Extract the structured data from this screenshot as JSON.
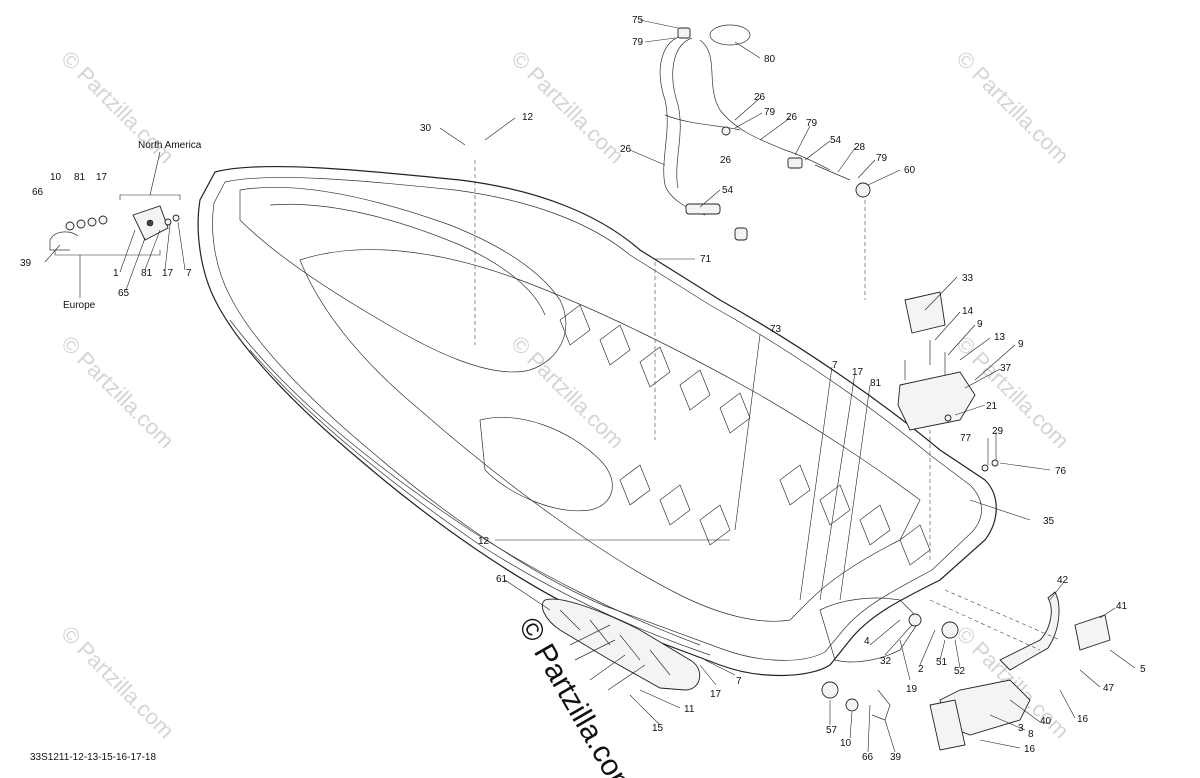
{
  "diagram": {
    "reference_code": "33S1211-12-13-15-16-17-18",
    "variant_labels": {
      "north_america": "North America",
      "europe": "Europe"
    },
    "watermark_text": "© Partzilla.com",
    "center_watermark": "© Partzilla.com",
    "callouts": {
      "c75": "75",
      "c79a": "79",
      "c80": "80",
      "c26a": "26",
      "c79b": "79",
      "c26b": "26",
      "c79c": "79",
      "c26c": "26",
      "c54a": "54",
      "c26d": "26",
      "c28": "28",
      "c79d": "79",
      "c60": "60",
      "c54b": "54",
      "c30": "30",
      "c12a": "12",
      "c71": "71",
      "c10a": "10",
      "c81a": "81",
      "c17a": "17",
      "c66a": "66",
      "c39a": "39",
      "c1": "1",
      "c65": "65",
      "c81b": "81",
      "c17b": "17",
      "c7a": "7",
      "c33": "33",
      "c14": "14",
      "c9a": "9",
      "c13": "13",
      "c9b": "9",
      "c37": "37",
      "c21": "21",
      "c77": "77",
      "c29": "29",
      "c76": "76",
      "c35": "35",
      "c73": "73",
      "c7b": "7",
      "c17c": "17",
      "c81c": "81",
      "c12b": "12",
      "c61": "61",
      "c11": "11",
      "c15": "15",
      "c17d": "17",
      "c7c": "7",
      "c4": "4",
      "c32": "32",
      "c2": "2",
      "c19": "19",
      "c51": "51",
      "c52": "52",
      "c57": "57",
      "c10b": "10",
      "c66b": "66",
      "c39b": "39",
      "c42": "42",
      "c41": "41",
      "c5": "5",
      "c47": "47",
      "c16a": "16",
      "c40": "40",
      "c3": "3",
      "c8": "8",
      "c16b": "16"
    }
  }
}
